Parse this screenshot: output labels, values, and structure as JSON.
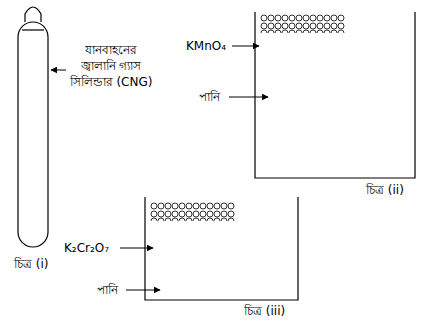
{
  "diagram": {
    "labels": [
      "যানবাহনের জ্বালানি গ্যাস সিলিন্ডার (CNG)",
      "চিত্র (i)",
      "KMnO₄",
      "পানি",
      "চিত্র (ii)",
      "K₂Cr₂O₇",
      "পানি",
      "চিত্র (iii)"
    ]
  }
}
